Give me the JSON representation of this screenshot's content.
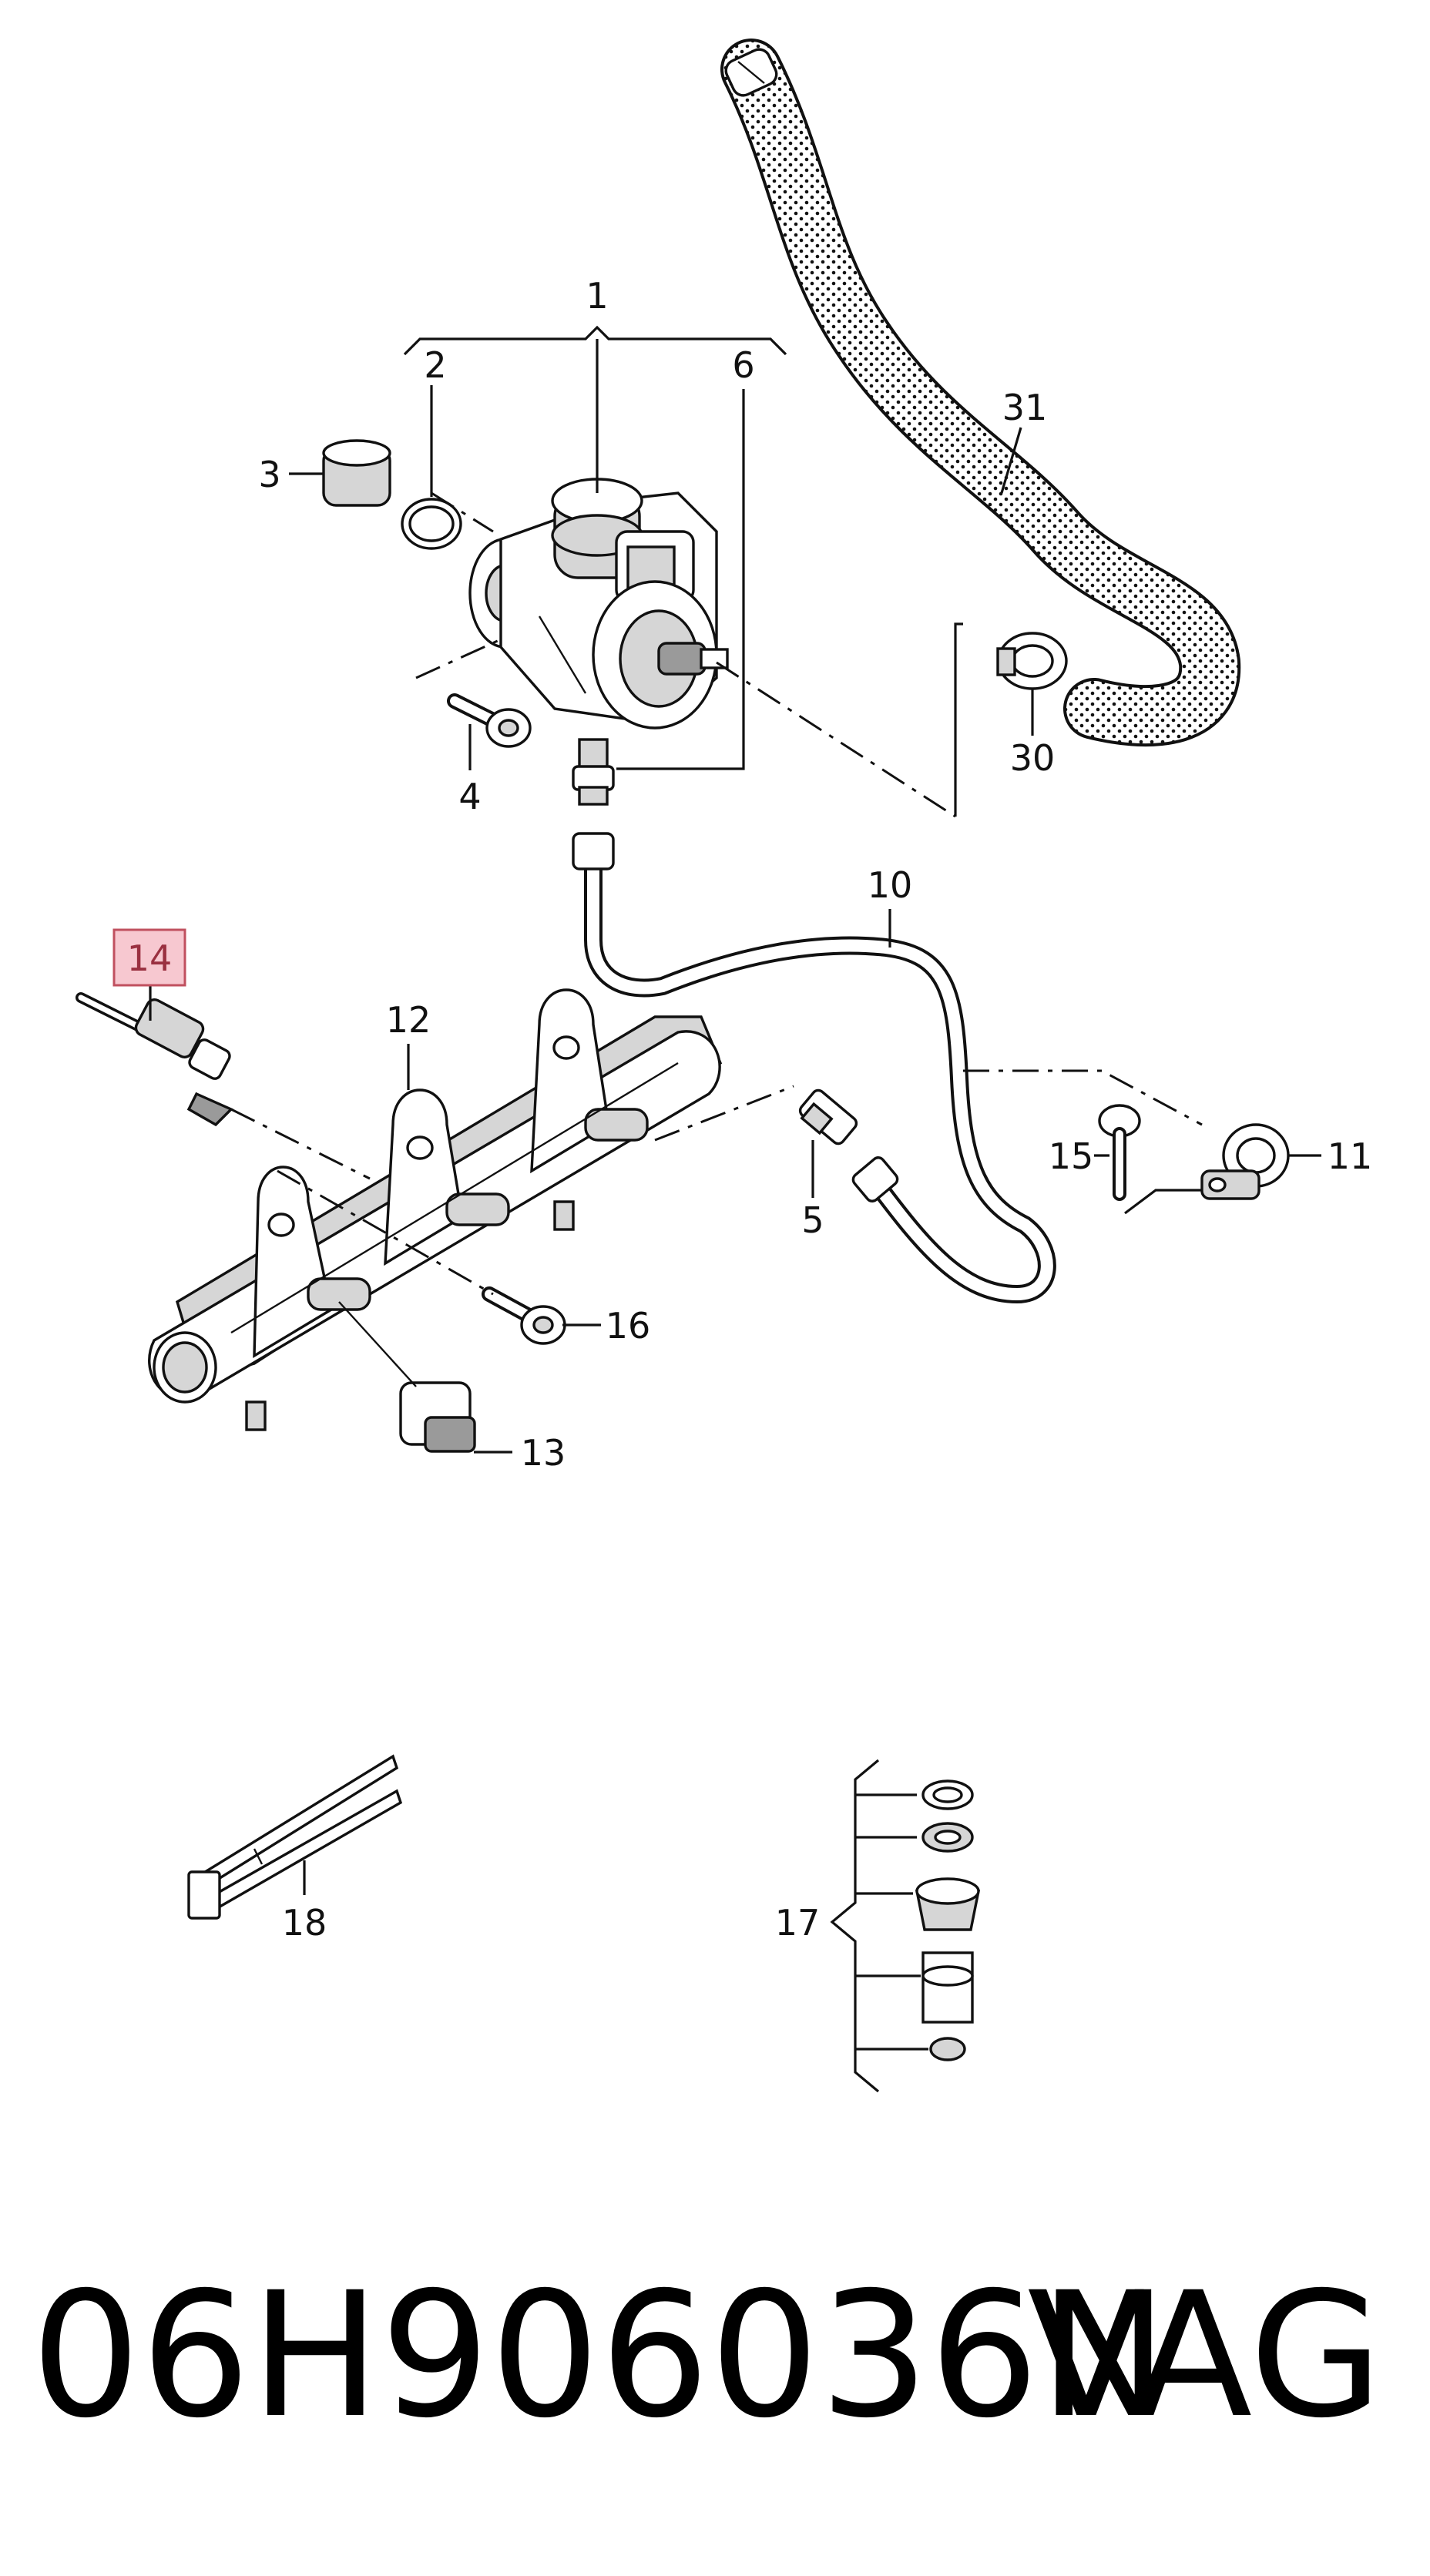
{
  "callouts": {
    "c1": "1",
    "c2": "2",
    "c3": "3",
    "c4": "4",
    "c5": "5",
    "c6": "6",
    "c10": "10",
    "c11": "11",
    "c12": "12",
    "c13": "13",
    "c14": "14",
    "c15": "15",
    "c16": "16",
    "c17": "17",
    "c18": "18",
    "c30": "30",
    "c31": "31"
  },
  "highlighted_part": "14",
  "footer": {
    "part_number": "06H906036N",
    "brand": "VAG"
  },
  "colors": {
    "highlight_fill": "#f7c8d0",
    "highlight_border": "#c0505f",
    "line": "#111111"
  }
}
